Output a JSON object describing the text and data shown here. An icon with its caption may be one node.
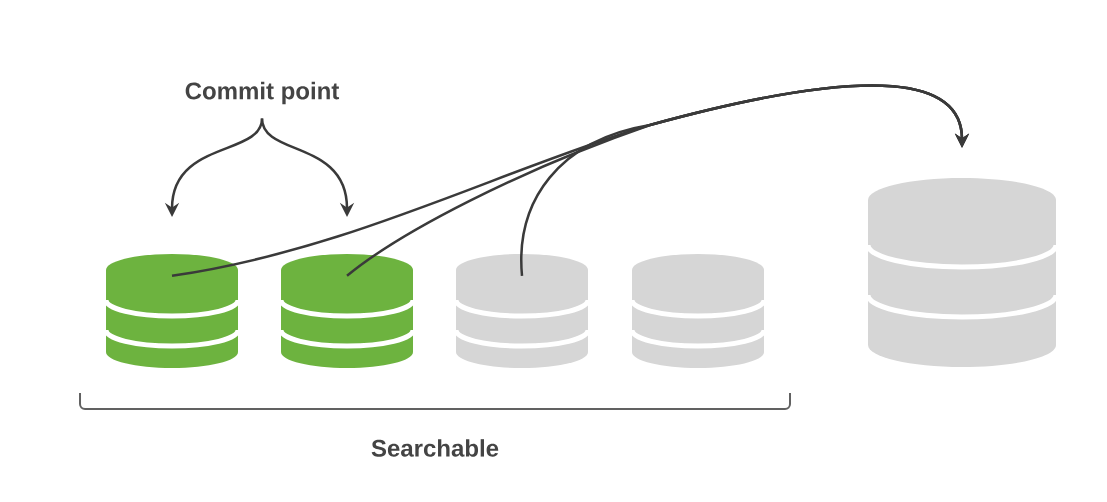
{
  "diagram": {
    "nodes": [
      {
        "text": [
          "Commit point"
        ]
      },
      {
        "text": [],
        "shape": "cylinder"
      },
      {
        "text": [],
        "shape": "cylinder"
      },
      {
        "text": [],
        "shape": "cylinder"
      },
      {
        "text": [],
        "shape": "cylinder"
      },
      {
        "text": [],
        "shape": "cylinder"
      }
    ],
    "edges": [
      {
        "from": 0,
        "to": 1,
        "arrow": "to"
      },
      {
        "from": 0,
        "to": 2,
        "arrow": "to"
      },
      {
        "from": 1,
        "to": 5,
        "arrow": "to"
      },
      {
        "from": 2,
        "to": 5,
        "arrow": "to"
      },
      {
        "from": 3,
        "to": 5,
        "arrow": "to"
      }
    ],
    "labels": [
      "Searchable"
    ]
  }
}
